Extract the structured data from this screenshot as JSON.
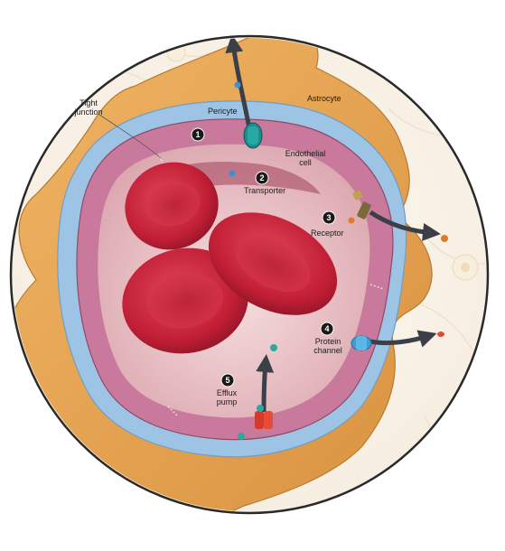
{
  "labels": {
    "tight_junction": [
      "Tight",
      "junction"
    ],
    "pericyte": "Pericyte",
    "astrocyte": "Astrocyte",
    "endothelial_cell": [
      "Endothelial",
      "cell"
    ],
    "transporter": "Transporter",
    "receptor": "Receptor",
    "protein_channel": [
      "Protein",
      "channel"
    ],
    "efflux_pump": [
      "Efflux",
      "pump"
    ]
  },
  "markers": [
    "1",
    "2",
    "3",
    "4",
    "5"
  ],
  "colors": {
    "astrocyte": "#e6a656",
    "pericyte": "#9dc4e4",
    "endothelium": "#c97a9c",
    "lumen": "#e8c4c6",
    "red_cell": "#c8243a",
    "marker": "#1a1a1a"
  }
}
